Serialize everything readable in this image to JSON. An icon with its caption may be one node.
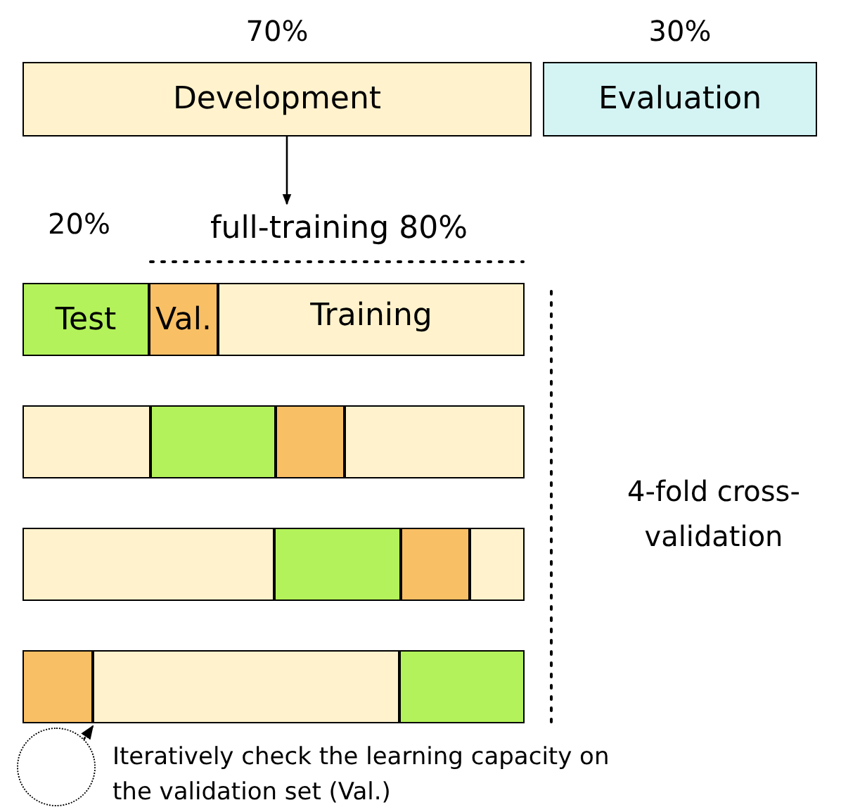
{
  "diagram": {
    "nodes": [
      {
        "text": [
          "Development"
        ],
        "beside": [
          "70%"
        ]
      },
      {
        "text": [
          "Evaluation"
        ],
        "beside": [
          "30%"
        ]
      },
      {
        "text": [
          "full-training 80%"
        ]
      },
      {
        "text": [
          "Test"
        ]
      },
      {
        "text": [
          "Val."
        ]
      },
      {
        "text": [
          "Training"
        ]
      },
      {
        "text": [],
        "shape": "bar"
      },
      {
        "text": [],
        "shape": "bar"
      },
      {
        "text": [],
        "shape": "bar"
      },
      {
        "text": [],
        "shape": "bar"
      },
      {
        "text": [],
        "shape": "bar"
      },
      {
        "text": [],
        "shape": "bar"
      },
      {
        "text": [],
        "shape": "bar"
      },
      {
        "text": [],
        "shape": "bar"
      },
      {
        "text": [],
        "shape": "bar"
      },
      {
        "text": [],
        "shape": "bar"
      },
      {
        "text": [],
        "shape": "bar"
      },
      {
        "text": [],
        "shape": "circle"
      }
    ],
    "edges": [
      {
        "from": 0,
        "to": 2,
        "arrow": "to"
      },
      {
        "from": 17,
        "to": 14,
        "arrow": "to",
        "style": "dashed"
      }
    ],
    "labels": [
      "20%",
      "4-fold cross-validation",
      "Iteratively check the learning capacity on the validation set (Val.)"
    ]
  }
}
